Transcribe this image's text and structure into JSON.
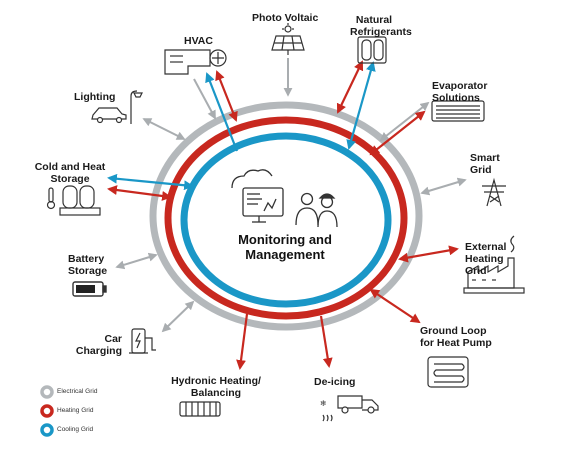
{
  "center": {
    "title_line1": "Monitoring and",
    "title_line2": "Management"
  },
  "nodes": {
    "photovoltaic": "Photo Voltaic",
    "natural_refrigerants": [
      "Natural",
      "Refrigerants"
    ],
    "hvac": "HVAC",
    "evaporator": [
      "Evaporator",
      "Solutions"
    ],
    "lighting": "Lighting",
    "smart_grid": [
      "Smart",
      "Grid"
    ],
    "cold_heat_storage": [
      "Cold and Heat",
      "Storage"
    ],
    "external_heating_grid": [
      "External",
      "Heating",
      "Grid"
    ],
    "battery_storage": [
      "Battery",
      "Storage"
    ],
    "ground_loop": [
      "Ground Loop",
      "for Heat Pump"
    ],
    "car_charging": [
      "Car",
      "Charging"
    ],
    "hydronic": [
      "Hydronic Heating/",
      "Balancing"
    ],
    "deicing": "De-icing"
  },
  "legend": [
    {
      "label": "Electrical Grid",
      "color": "#b4b8bb"
    },
    {
      "label": "Heating Grid",
      "color": "#c8281f"
    },
    {
      "label": "Cooling Grid",
      "color": "#1a97c7"
    }
  ],
  "colors": {
    "electrical": "#b4b8bb",
    "heating": "#c8281f",
    "cooling": "#1a97c7",
    "ink": "#1a1a1a"
  }
}
